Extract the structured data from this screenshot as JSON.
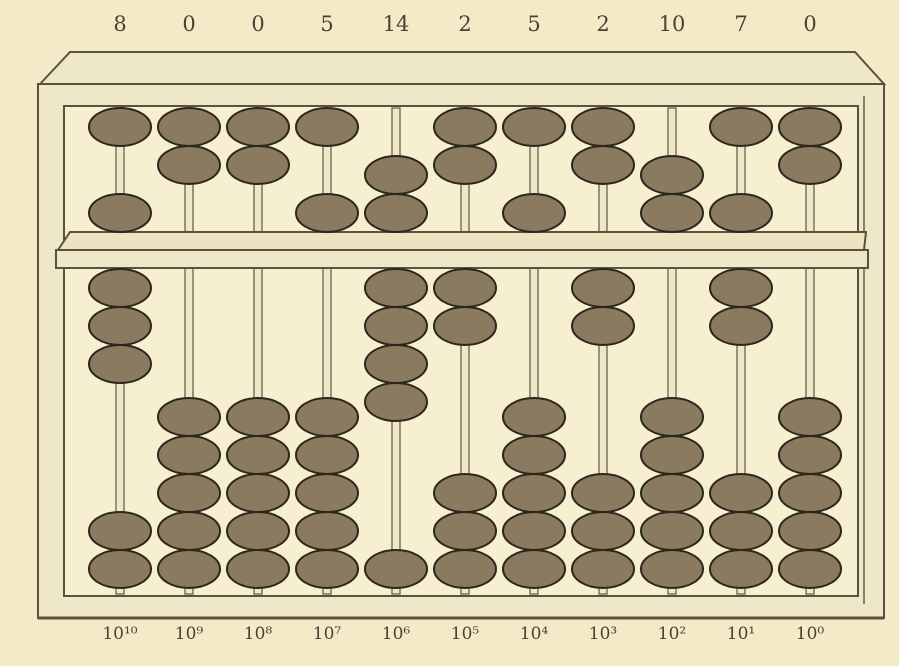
{
  "abacus": {
    "top_values": [
      "8",
      "0",
      "0",
      "5",
      "14",
      "2",
      "5",
      "2",
      "10",
      "7",
      "0"
    ],
    "place_values": [
      "10¹⁰",
      "10⁹",
      "10⁸",
      "10⁷",
      "10⁶",
      "10⁵",
      "10⁴",
      "10³",
      "10²",
      "10¹",
      "10⁰"
    ],
    "upper_beads_down": [
      1,
      0,
      0,
      1,
      2,
      0,
      1,
      0,
      2,
      1,
      0
    ],
    "lower_beads_up": [
      3,
      0,
      0,
      0,
      4,
      2,
      0,
      2,
      0,
      2,
      0
    ],
    "beads_per_rod_upper": 2,
    "beads_per_rod_lower": 5
  },
  "colors": {
    "background": "#f3ebc7",
    "frame": "#efe8c8",
    "frame_stroke": "#5a513f",
    "bead": "#8a7a5f",
    "bead_stroke": "#2c261c",
    "rod": "#7c735e"
  }
}
